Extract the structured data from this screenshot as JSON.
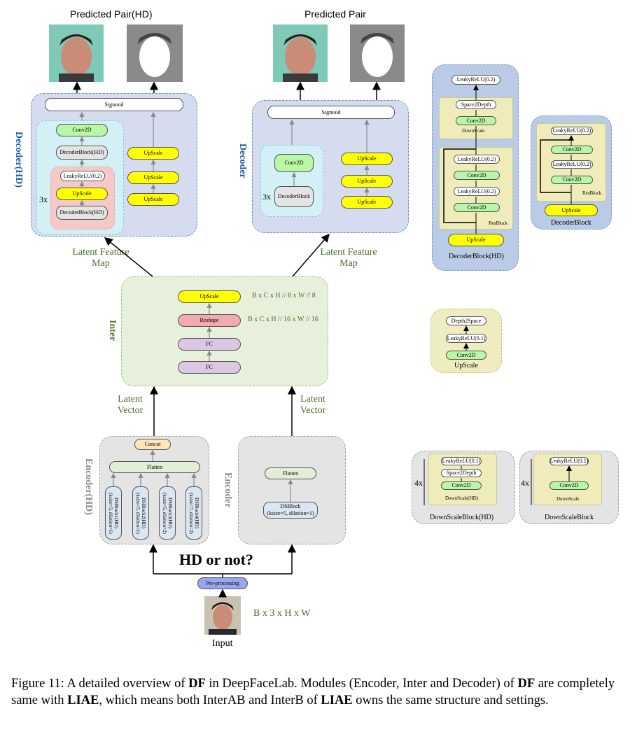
{
  "top_titles": {
    "hd": "Predicted Pair(HD)",
    "std": "Predicted Pair"
  },
  "decoder_hd": {
    "title": "Decoder(HD)",
    "sigmoid": "Sigmoid",
    "conv": "Conv2D",
    "decoder_block": "DecoderBlock(HD)",
    "leaky": "LeakyReLU(0.2)",
    "upscale": "UpScale",
    "decoder_block_inner": "DecoderBlock(HD)",
    "repeat": "3x",
    "mask_upscales": [
      "UpScale",
      "UpScale",
      "UpScale"
    ]
  },
  "decoder": {
    "title": "Decoder",
    "sigmoid": "Sigmoid",
    "conv": "Conv2D",
    "decoder_block": "DecoderBlock",
    "repeat": "3x",
    "mask_upscales": [
      "UpScale",
      "UpScale",
      "UpScale"
    ]
  },
  "latent_feature_map": {
    "left": "Latent Feature\nMap",
    "right": "Latent Feature\nMap"
  },
  "inter": {
    "title": "Inter",
    "upscale": "UpScale",
    "reshape": "Reshape",
    "fc1": "FC",
    "fc2": "FC",
    "shape_upscale": "B x C x H // 8 x W // 8",
    "shape_reshape": "B x C x H // 16 x W // 16"
  },
  "latent_vector": {
    "left": "Latent\nVector",
    "right": "Latent\nVector"
  },
  "encoder_hd": {
    "title": "Encoder(HD)",
    "concat": "Concat",
    "flatten": "Flatten",
    "blocks": [
      "DSBlock1(HD)\n(ksize=3, dilation=1)",
      "DSBlock2(HD)\n(ksize=5, dilation=1)",
      "DSBlock3(HD)\n(ksize=5, dilation=2)",
      "DSBlock4(HD)\n(ksize=7, dilation=2)"
    ]
  },
  "encoder": {
    "title": "Encoder",
    "flatten": "Flatten",
    "dsblock": "DSBlock\n(ksize=5, dilation=1)"
  },
  "hd_or_not": "HD or not?",
  "preprocessing": "Pre-processing",
  "input_shape": "B x 3 x H x W",
  "input_label": "Input",
  "decoder_block_hd_detail": {
    "title": "DecoderBlock(HD)",
    "leaky_top": "LeakyReLU(0.2)",
    "space2depth": "Space2Depth",
    "conv_ds": "Conv2D",
    "downscale": "DownScale",
    "leaky1": "LeakyReLU(0.2)",
    "conv1": "Conv2D",
    "leaky2": "LeakyReLU(0.2)",
    "conv2": "Conv2D",
    "resblock": "ResBlock",
    "upscale": "UpScale"
  },
  "decoder_block_detail": {
    "title": "DecoderBlock",
    "leaky1": "LeakyReLU(0.2)",
    "conv1": "Conv2D",
    "leaky2": "LeakyReLU(0.2)",
    "conv2": "Conv2D",
    "resblock": "ResBlock",
    "upscale": "UpScale"
  },
  "upscale_detail": {
    "title": "UpScale",
    "depth2space": "Depth2Space",
    "leaky": "LeakyReLU(0.1)",
    "conv": "Conv2D"
  },
  "downscale_block_hd": {
    "title": "DownScaleBlock(HD)",
    "repeat": "4x",
    "leaky": "LeakyReLU(0.1)",
    "space2depth": "Space2Depth",
    "conv": "Conv2D",
    "downscale": "DownScale(HD)"
  },
  "downscale_block": {
    "title": "DownScaleBlock",
    "repeat": "4x",
    "leaky": "LeakyReLU(0.1)",
    "conv": "Conv2D",
    "downscale": "DownScale"
  },
  "caption": {
    "p1": "Figure 11: A detailed overview of ",
    "b1": "DF",
    "p2": " in DeepFaceLab. Modules (Encoder, Inter and Decoder) of ",
    "b2": "DF",
    "p3": " are completely same with ",
    "b3": "LIAE",
    "p4": ", which means both InterAB and InterB of ",
    "b4": "LIAE",
    "p5": " owns the same structure and settings."
  },
  "colors": {
    "decoder_panel": "#d6dcef",
    "inter_panel": "#e6f0da",
    "encoder_panel": "#e4e4e4",
    "detail_panel": "#b9cbe6",
    "upscale_yellow": "#ffff00",
    "conv_green": "#b7f7a6",
    "title_blue": "#1f5fa8",
    "title_green": "#5a7a2e",
    "title_gray": "#8a8a8a"
  }
}
